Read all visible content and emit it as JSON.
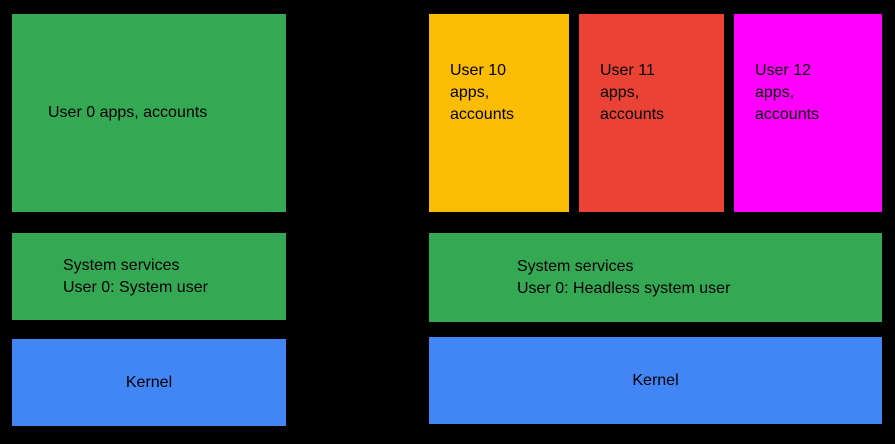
{
  "colors": {
    "background": "#000000",
    "text": "#000000",
    "green": "#34A853",
    "blue": "#4285F4",
    "yellow": "#FBBC04",
    "red": "#EA4335",
    "magenta": "#FF00FF"
  },
  "left_device": {
    "user_apps_box": {
      "label": "User 0 apps, accounts"
    },
    "system_services_box": {
      "label": "System services\nUser 0: System user"
    },
    "kernel_box": {
      "label": "Kernel"
    }
  },
  "right_device": {
    "user_boxes": [
      {
        "label": "User 10\napps,\naccounts",
        "color": "#FBBC04"
      },
      {
        "label": "User 11\napps,\naccounts",
        "color": "#EA4335"
      },
      {
        "label": "User 12\napps,\naccounts",
        "color": "#FF00FF"
      }
    ],
    "system_services_box": {
      "label": "System services\nUser 0: Headless system user"
    },
    "kernel_box": {
      "label": "Kernel"
    }
  }
}
